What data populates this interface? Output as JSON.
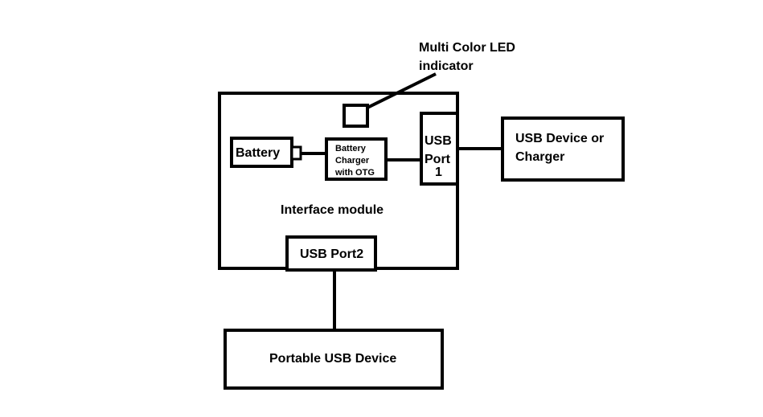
{
  "diagram": {
    "led_label": {
      "line1": "Multi Color LED",
      "line2": "indicator"
    },
    "battery": "Battery",
    "charger": {
      "line1": "Battery",
      "line2": "Charger",
      "line3": "with OTG"
    },
    "usb_port1": {
      "line1": "USB",
      "line2": "Port",
      "line3": "1"
    },
    "usb_device_charger": {
      "line1": "USB Device or",
      "line2": "Charger"
    },
    "interface_module": "Interface module",
    "usb_port2": "USB Port2",
    "portable_usb_device": "Portable USB Device"
  }
}
